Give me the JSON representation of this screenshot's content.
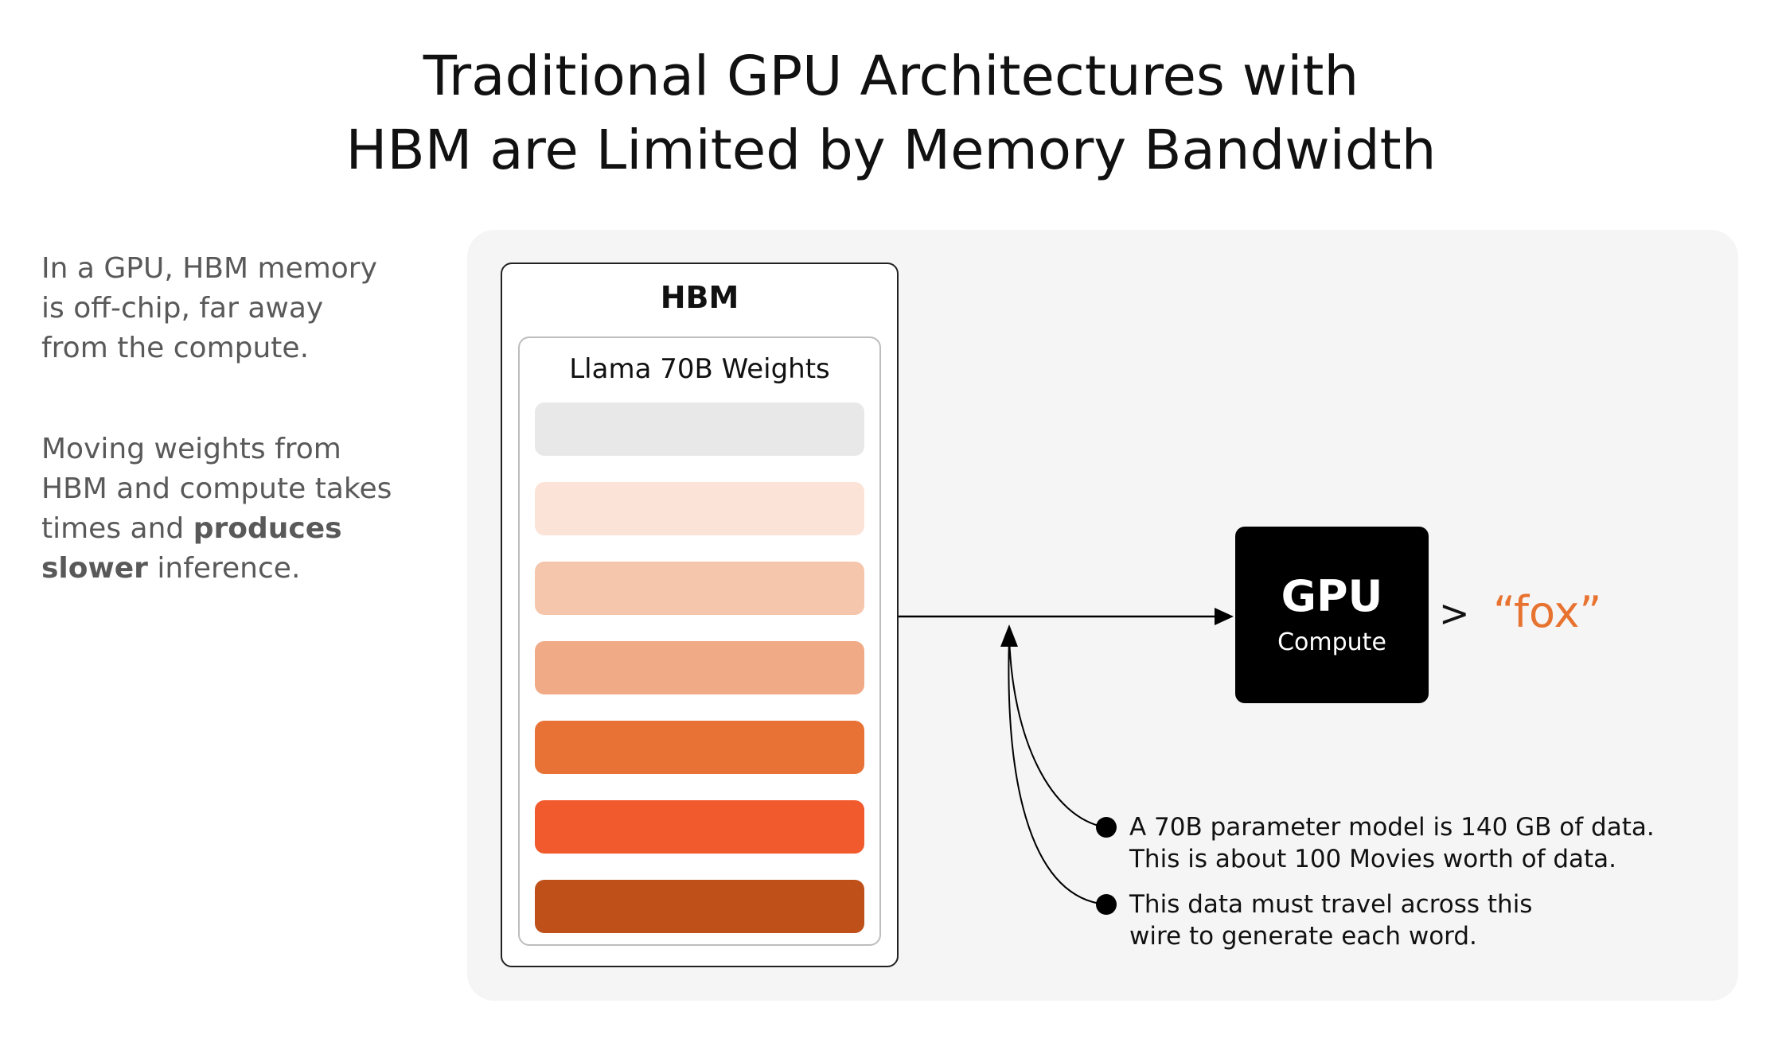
{
  "title": {
    "line1": "Traditional GPU Architectures with",
    "line2": "HBM are Limited by Memory Bandwidth"
  },
  "sidebar": {
    "para1": [
      "In a GPU, HBM memory",
      "is off-chip, far away",
      "from the compute."
    ],
    "para2": {
      "line1": "Moving weights from",
      "line2": "HBM and compute takes",
      "line3_pre": "times and ",
      "line3_bold": "produces",
      "line4_bold": "slower",
      "line4_post": " inference."
    }
  },
  "hbm": {
    "label": "HBM",
    "weights_label": "Llama 70B Weights",
    "bar_colors": [
      "#e8e8e8",
      "#fce3d7",
      "#f5c6ac",
      "#f1aa86",
      "#e87235",
      "#f05a2c",
      "#c0501a"
    ]
  },
  "gpu": {
    "title": "GPU",
    "subtitle": "Compute"
  },
  "output": {
    "arrow": ">",
    "token": "“fox”",
    "token_color": "#e87331"
  },
  "notes": [
    [
      "A 70B parameter model is 140 GB of data.",
      "This is about 100 Movies worth of data."
    ],
    [
      "This data must travel across this",
      "wire to generate each word."
    ]
  ]
}
